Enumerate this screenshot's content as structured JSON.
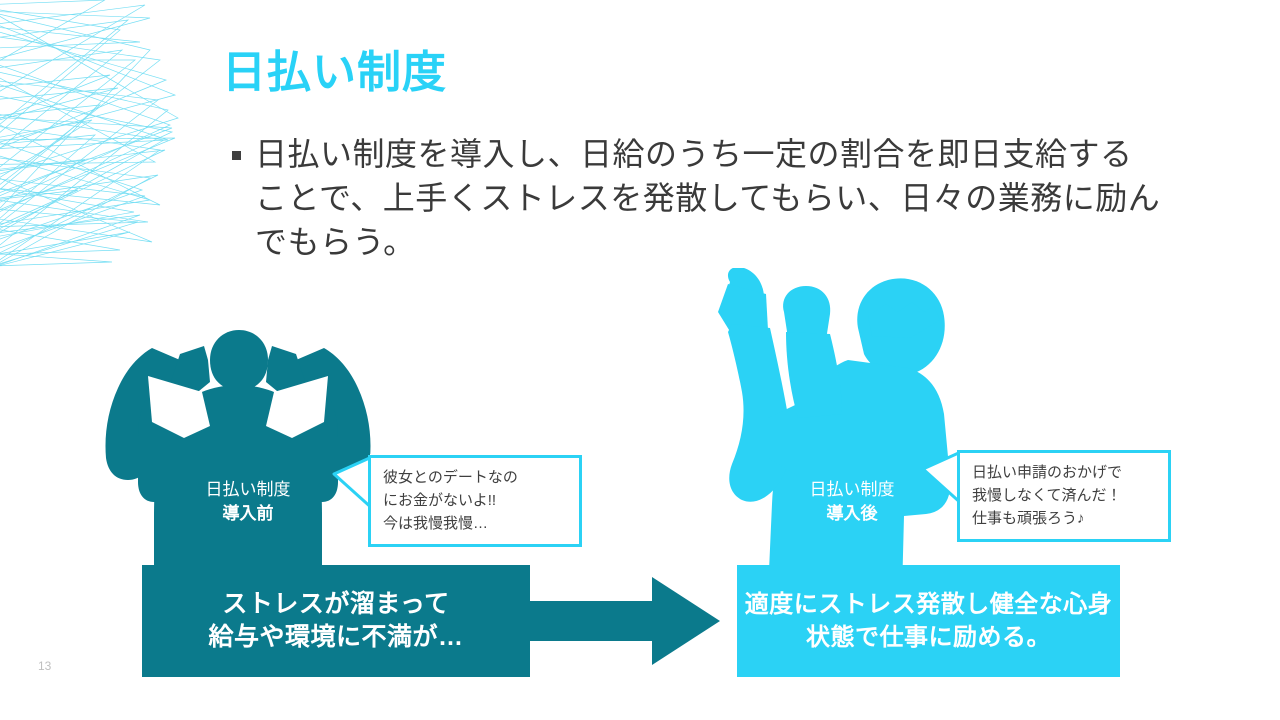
{
  "slide": {
    "title": "日払い制度",
    "number": "13",
    "body": {
      "bullet_glyph": "square-bullet",
      "text": "日払い制度を導入し、日給のうち一定の割合を即日支給することで、上手くストレスを発散してもらい、日々の業務に励んでもらう。"
    }
  },
  "colors": {
    "title_cyan": "#29d2f7",
    "accent_cyan": "#2bd2f5",
    "accent_teal": "#0b7a8c",
    "body_text": "#3a3a3a",
    "slide_number": "#bfbfbf",
    "background": "#ffffff"
  },
  "before": {
    "figure_name": "stressed-person-silhouette",
    "figure_color": "#0b7a8c",
    "label_line1": "日払い制度",
    "label_line2": "導入前",
    "bubble_lines": [
      "彼女とのデートなの",
      "にお金がないよ!!",
      "今は我慢我慢…"
    ],
    "banner_line1": "ストレスが溜まって",
    "banner_line2": "給与や環境に不満が…"
  },
  "after": {
    "figure_name": "cheering-person-silhouette",
    "figure_color": "#2bd2f5",
    "label_line1": "日払い制度",
    "label_line2": "導入後",
    "bubble_lines": [
      "日払い申請のおかげで",
      "我慢しなくて済んだ！",
      "仕事も頑張ろう♪"
    ],
    "banner_line1": "適度にストレス発散し健全な心身",
    "banner_line2": "状態で仕事に励める。"
  },
  "arrow": {
    "name": "right-arrow",
    "color": "#0b7a8c",
    "direction": "right"
  }
}
